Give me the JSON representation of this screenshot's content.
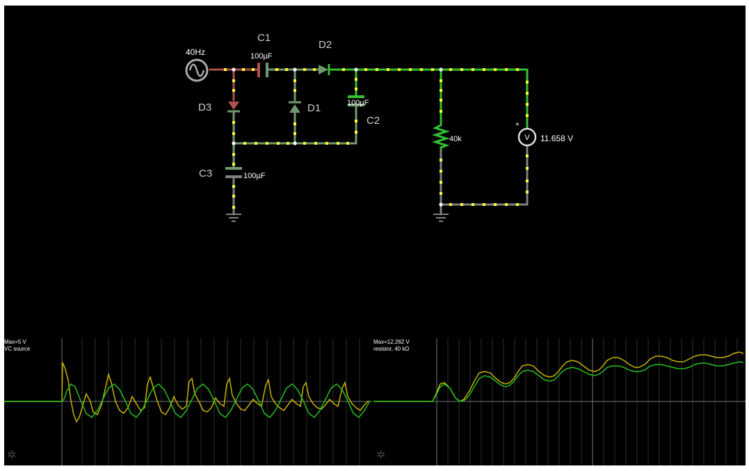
{
  "circuit": {
    "source": {
      "label": "40Hz"
    },
    "components": {
      "c1": {
        "name": "C1",
        "value": "100µF"
      },
      "c2": {
        "name": "C2",
        "value": "100µF"
      },
      "c3": {
        "name": "C3",
        "value": "100µF"
      },
      "d1": {
        "name": "D1"
      },
      "d2": {
        "name": "D2"
      },
      "d3": {
        "name": "D3"
      },
      "resistor": {
        "value": "40k"
      },
      "voltmeter": {
        "symbol": "V",
        "polarity": "+",
        "reading": "11.658 V"
      }
    }
  },
  "scopes": [
    {
      "max_label": "Max=5 V",
      "name_label": "VC source"
    },
    {
      "max_label": "Max=12.262 V",
      "name_label": "resistor, 40 kΩ"
    }
  ],
  "icons": {
    "settings": "gear-icon",
    "source": "ac-source-icon",
    "ground": "ground-icon"
  },
  "colors": {
    "background": "#000000",
    "wire_live": "#33c133",
    "wire_dim": "#6f9a6f",
    "wire_neutral": "#808080",
    "wire_hot": "#b0504a",
    "current_dots": "#ffff33",
    "trace_voltage": "#c8b400",
    "trace_current": "#22c022"
  }
}
